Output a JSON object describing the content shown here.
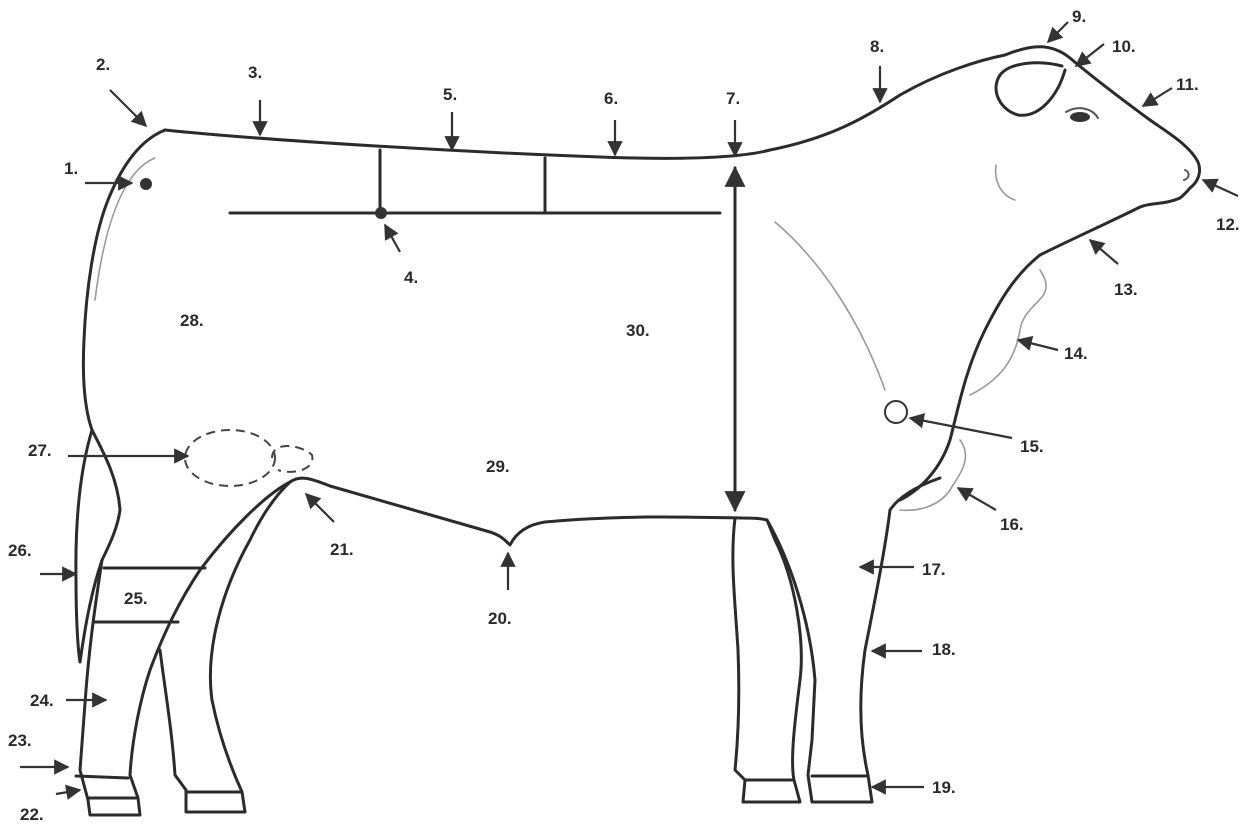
{
  "labels": {
    "l1": "1.",
    "l2": "2.",
    "l3": "3.",
    "l4": "4.",
    "l5": "5.",
    "l6": "6.",
    "l7": "7.",
    "l8": "8.",
    "l9": "9.",
    "l10": "10.",
    "l11": "11.",
    "l12": "12.",
    "l13": "13.",
    "l14": "14.",
    "l15": "15.",
    "l16": "16.",
    "l17": "17.",
    "l18": "18.",
    "l19": "19.",
    "l20": "20.",
    "l21": "21.",
    "l22": "22.",
    "l23": "23.",
    "l24": "24.",
    "l25": "25.",
    "l26": "26.",
    "l27": "27.",
    "l28": "28.",
    "l29": "29.",
    "l30": "30."
  }
}
